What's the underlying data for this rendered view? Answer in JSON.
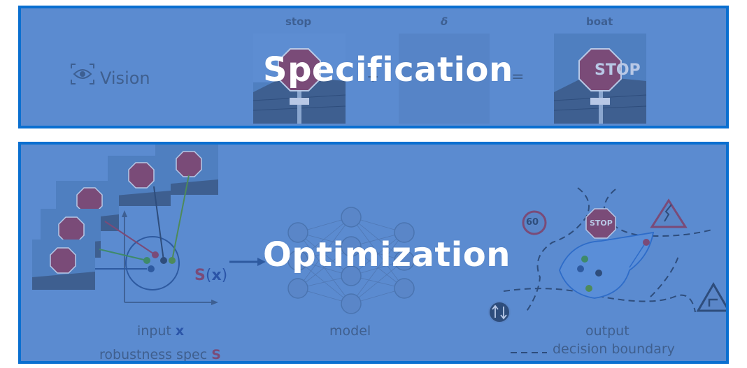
{
  "colors": {
    "panel_bg": "#5b8bd0",
    "panel_border": "#0a6fd0",
    "muted_text": "#3f5f8e",
    "accent_text": "#2b55a8",
    "spec_letter": "#7a4b78",
    "title_text": "#ffffff"
  },
  "specification": {
    "title": "Specification",
    "domain_label": "Vision",
    "domain_icon": "eye-icon",
    "images": [
      {
        "label": "stop",
        "icon": "stop-sign-image"
      },
      {
        "label": "δ",
        "icon": "noise-image"
      },
      {
        "label": "boat",
        "icon": "stop-sign-image"
      }
    ],
    "plus": "+",
    "equals": "=",
    "sign_text": "STOP"
  },
  "optimization": {
    "title": "Optimization",
    "input_label_prefix": "input",
    "input_var": "x",
    "spec_label_prefix": "robustness spec",
    "spec_var": "S",
    "sx_fn": "S",
    "sx_open": "(",
    "sx_var": "x",
    "sx_close": ")",
    "model_label": "model",
    "output_label": "output",
    "boundary_label": "decision boundary",
    "speed_sign": "60",
    "stop_sign": "STOP",
    "icons": [
      "speed-limit-icon",
      "stop-sign-icon",
      "warning-curve-icon",
      "turn-sign-icon",
      "two-way-icon"
    ]
  }
}
